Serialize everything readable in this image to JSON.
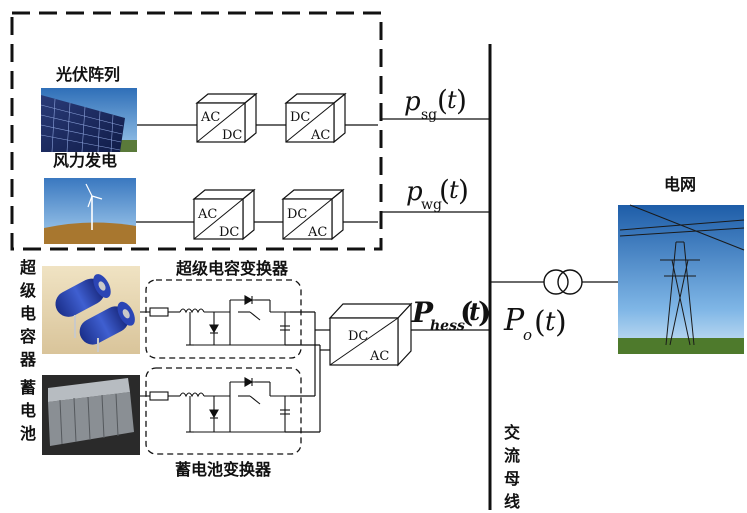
{
  "labels": {
    "pv_array": "光伏阵列",
    "wind_power": "风力发电",
    "supercap": "超级电容器",
    "battery": "蓄电池",
    "supercap_converter": "超级电容变换器",
    "battery_converter": "蓄电池变换器",
    "grid": "电网",
    "ac_bus": "交流母线"
  },
  "converters": {
    "ac": "AC",
    "dc": "DC"
  },
  "signals": {
    "psg": {
      "base": "p",
      "sub": "sg",
      "arg": "t"
    },
    "pwg": {
      "base": "p",
      "sub": "wg",
      "arg": "t"
    },
    "phess": {
      "base": "P",
      "sub": "hess",
      "arg": "t"
    },
    "po": {
      "base": "P",
      "sub": "o",
      "arg": "t"
    }
  }
}
